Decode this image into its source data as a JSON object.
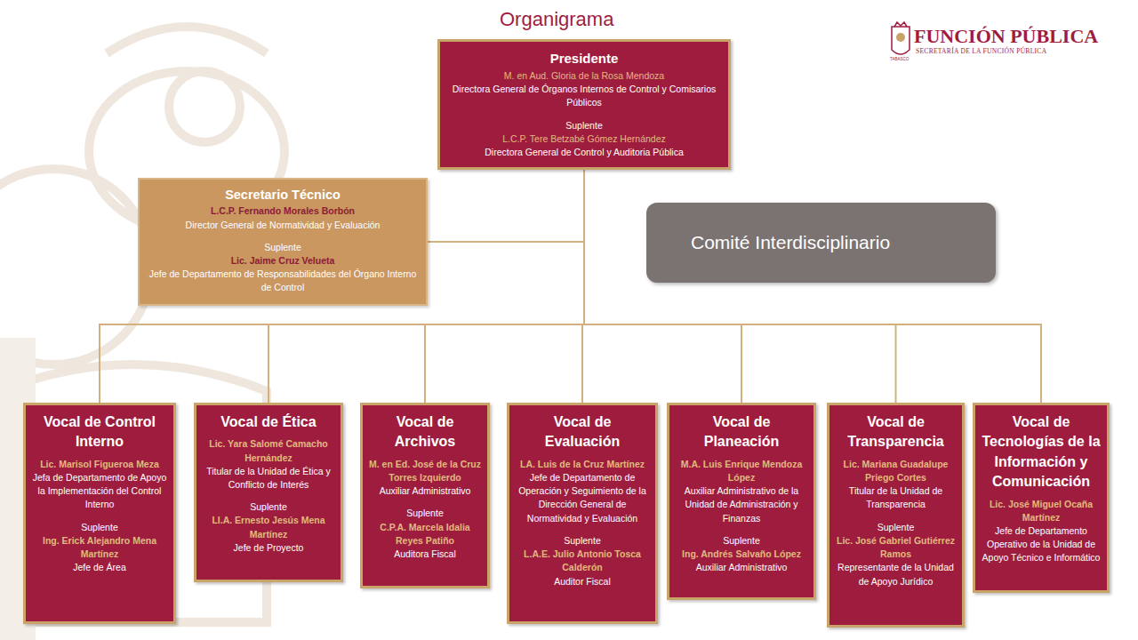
{
  "diagram": {
    "title": "Organigrama",
    "nodes": [
      {
        "text": [
          "Presidente",
          "M. en Aud. Gloria de la Rosa Mendoza",
          "Directora General de Órganos Internos de Control y Comisarios Públicos",
          "Suplente",
          "L.C.P. Tere Betzabé Gómez Hernández",
          "Directora General de Control y Auditoria Pública"
        ]
      },
      {
        "text": [
          "Secretario Técnico",
          "L.C.P. Fernando Morales Borbón",
          "Director General de Normatividad y Evaluación",
          "Suplente",
          "Lic. Jaime Cruz Velueta",
          "Jefe de Departamento de Responsabilidades del Órgano Interno de Control"
        ]
      },
      {
        "text": [
          "Comité Interdisciplinario"
        ]
      },
      {
        "text": [
          "Vocal de Control Interno",
          "Lic. Marisol Figueroa Meza",
          "Jefa de Departamento de Apoyo la Implementación del Control Interno",
          "Suplente",
          "Ing. Erick Alejandro Mena Martínez",
          "Jefe de Área"
        ]
      },
      {
        "text": [
          "Vocal de Ética",
          "Lic. Yara Salomé Camacho Hernández",
          "Titular de la Unidad de Ética y Conflicto de Interés",
          "Suplente",
          "LI.A. Ernesto Jesús Mena Martínez",
          "Jefe de Proyecto"
        ]
      },
      {
        "text": [
          "Vocal de Archivos",
          "M. en Ed. José de la Cruz Torres Izquierdo",
          "Auxiliar Administrativo",
          "Suplente",
          "C.P.A. Marcela Idalia Reyes Patiño",
          "Auditora Fiscal"
        ]
      },
      {
        "text": [
          "Vocal de Evaluación",
          "LA. Luis de la Cruz Martínez",
          "Jefe de Departamento de Operación y Seguimiento de la Dirección General de Normatividad y Evaluación",
          "Suplente",
          "L.A.E. Julio Antonio Tosca Calderón",
          "Auditor Fiscal"
        ]
      },
      {
        "text": [
          "Vocal de Planeación",
          "M.A. Luis Enrique Mendoza López",
          "Auxiliar Administrativo de la Unidad de Administración y Finanzas",
          "Suplente",
          "Ing. Andrés Salvaño López",
          "Auxiliar Administrativo"
        ]
      },
      {
        "text": [
          "Vocal de Transparencia",
          "Lic. Mariana Guadalupe Priego Cortes",
          "Titular de la Unidad de Transparencia",
          "Suplente",
          "Lic. José Gabriel Gutiérrez Ramos",
          "Representante de la Unidad de Apoyo Jurídico"
        ]
      },
      {
        "text": [
          "Vocal de Tecnologías de la Información y Comunicación",
          "Lic. José Miguel Ocaña Martínez",
          "Jefe de Departamento Operativo de la Unidad de Apoyo Técnico e Informático"
        ]
      }
    ],
    "edges": [
      {
        "from": 0,
        "to": 1,
        "arrow": "none"
      },
      {
        "from": 0,
        "to": 3,
        "arrow": "none"
      },
      {
        "from": 0,
        "to": 4,
        "arrow": "none"
      },
      {
        "from": 0,
        "to": 5,
        "arrow": "none"
      },
      {
        "from": 0,
        "to": 6,
        "arrow": "none"
      },
      {
        "from": 0,
        "to": 7,
        "arrow": "none"
      },
      {
        "from": 0,
        "to": 8,
        "arrow": "none"
      },
      {
        "from": 0,
        "to": 9,
        "arrow": "none"
      }
    ],
    "labels": [
      "FUNCIÓN PÚBLICA",
      "SECRETARÍA DE LA FUNCIÓN PÚBLICA",
      "TABASCO"
    ]
  }
}
